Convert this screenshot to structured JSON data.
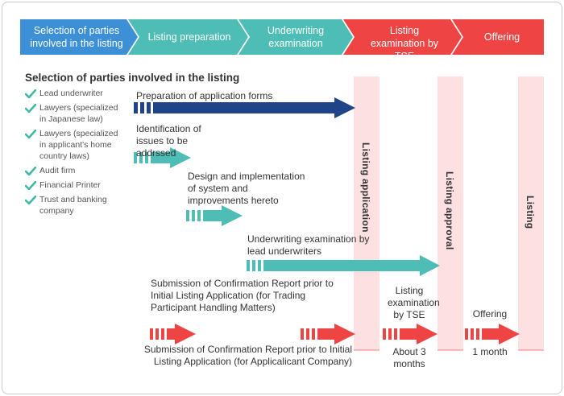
{
  "steps": [
    {
      "label": "Selection of parties involved in the listing",
      "color": "#3d8fd6"
    },
    {
      "label": "Listing preparation",
      "color": "#4dbdb5"
    },
    {
      "label": "Underwriting examination",
      "color": "#4dbdb5"
    },
    {
      "label": "Listing examination by TSE",
      "color": "#ef4444"
    },
    {
      "label": "Offering",
      "color": "#ef4444"
    }
  ],
  "heading": "Selection of parties involved in the listing",
  "parties": [
    "Lead underwriter",
    "Lawyers (specialized in Japanese law)",
    "Lawyers (specialized in applicant's home country laws)",
    "Audit firm",
    "Financial Printer",
    "Trust and banking company"
  ],
  "tasks": {
    "preparation": "Preparation of application forms",
    "identification": "Identification of issues to be addrssed",
    "design": "Design and implementation of system and improvements hereto",
    "underwriting": "Underwriting examination by lead underwriters",
    "submission_trading": "Submission of Confirmation Report prior to Initial Listing Application (for Trading Participant Handling Matters)",
    "submission_applicant": "Submission of Confirmation Report prior to Initial Listing Application (for Applicalicant Company)",
    "listing_exam": "Listing examination by TSE",
    "offering": "Offering",
    "about_3_months": "About 3 months",
    "one_month": "1 month"
  },
  "milestones": {
    "application": "Listing application",
    "approval": "Listing approval",
    "listing": "Listing"
  },
  "colors": {
    "navy": "#1f4487",
    "teal": "#4dbdb5",
    "red": "#ef4444",
    "band": "#fde0e1",
    "check": "#3fb8a8"
  }
}
